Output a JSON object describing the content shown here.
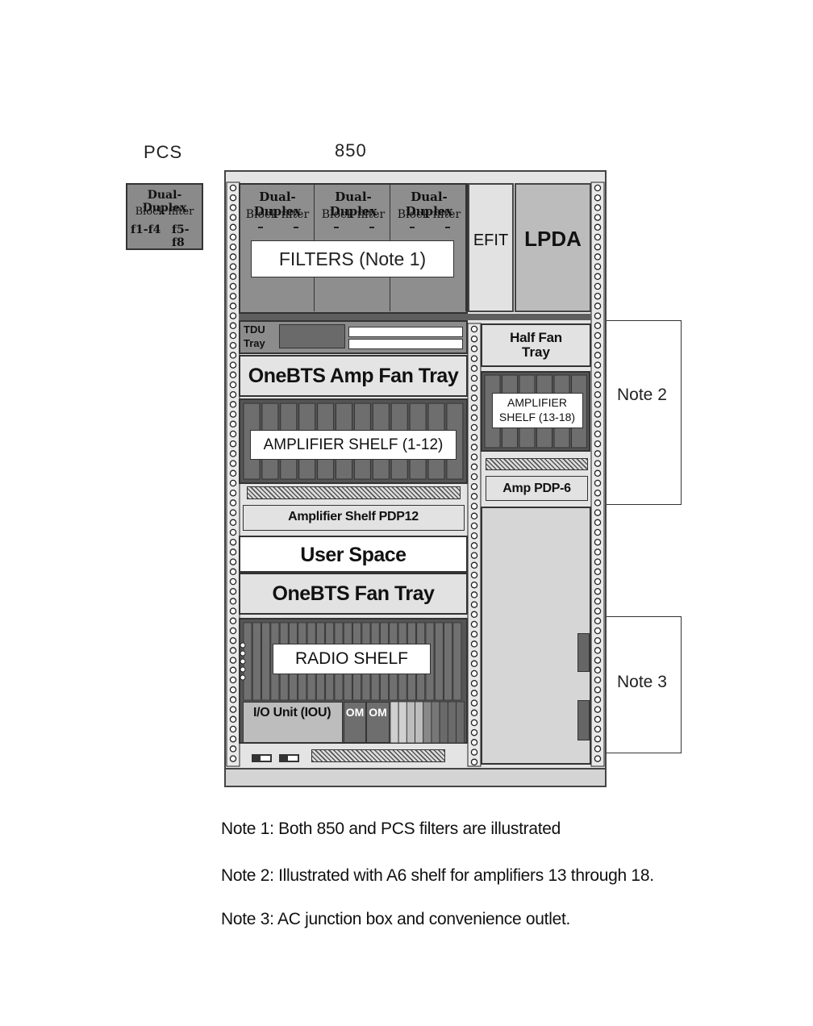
{
  "headers": {
    "pcs": "PCS",
    "b850": "850"
  },
  "pcs_filter": {
    "title": "Dual-Duplex",
    "subtitle": "Block filter",
    "range1": "f1-f4",
    "range2": "f5-f8"
  },
  "filters": {
    "units": [
      {
        "title": "Dual-Duplex",
        "subtitle": "Block filter"
      },
      {
        "title": "Dual-Duplex",
        "subtitle": "Block filter"
      },
      {
        "title": "Dual-Duplex",
        "subtitle": "Block filter"
      }
    ],
    "label": "FILTERS  (Note 1)"
  },
  "efit": "EFIT",
  "lpda": "LPDA",
  "tdu_tray": {
    "line1": "TDU",
    "line2": "Tray"
  },
  "amp_fan_tray": "OneBTS Amp Fan Tray",
  "amp_shelf_1_12": "AMPLIFIER SHELF (1-12)",
  "amp_shelf_pdp12": "Amplifier Shelf PDP12",
  "user_space": "User Space",
  "fan_tray": "OneBTS Fan Tray",
  "radio_shelf": "RADIO SHELF",
  "io_unit": "I/O Unit (IOU)",
  "om_labels": [
    "OM",
    "OM"
  ],
  "half_fan_tray": {
    "line1": "Half Fan",
    "line2": "Tray"
  },
  "amp_shelf_13_18": {
    "line1": "AMPLIFIER",
    "line2": "SHELF (13-18)"
  },
  "amp_pdp6": "Amp PDP-6",
  "note2_callout": "Note 2",
  "note3_callout": "Note 3",
  "notes": [
    "Note 1: Both 850 and PCS filters are illustrated",
    "Note 2: Illustrated with A6 shelf for amplifiers 13 through 18.",
    "Note 3: AC junction box and convenience outlet."
  ],
  "colors": {
    "frame": "#444444",
    "light": "#e6e6e6",
    "mid": "#bdbdbd",
    "dark": "#6f6f6f",
    "darker": "#5a5a5a",
    "outline": "#222222"
  }
}
